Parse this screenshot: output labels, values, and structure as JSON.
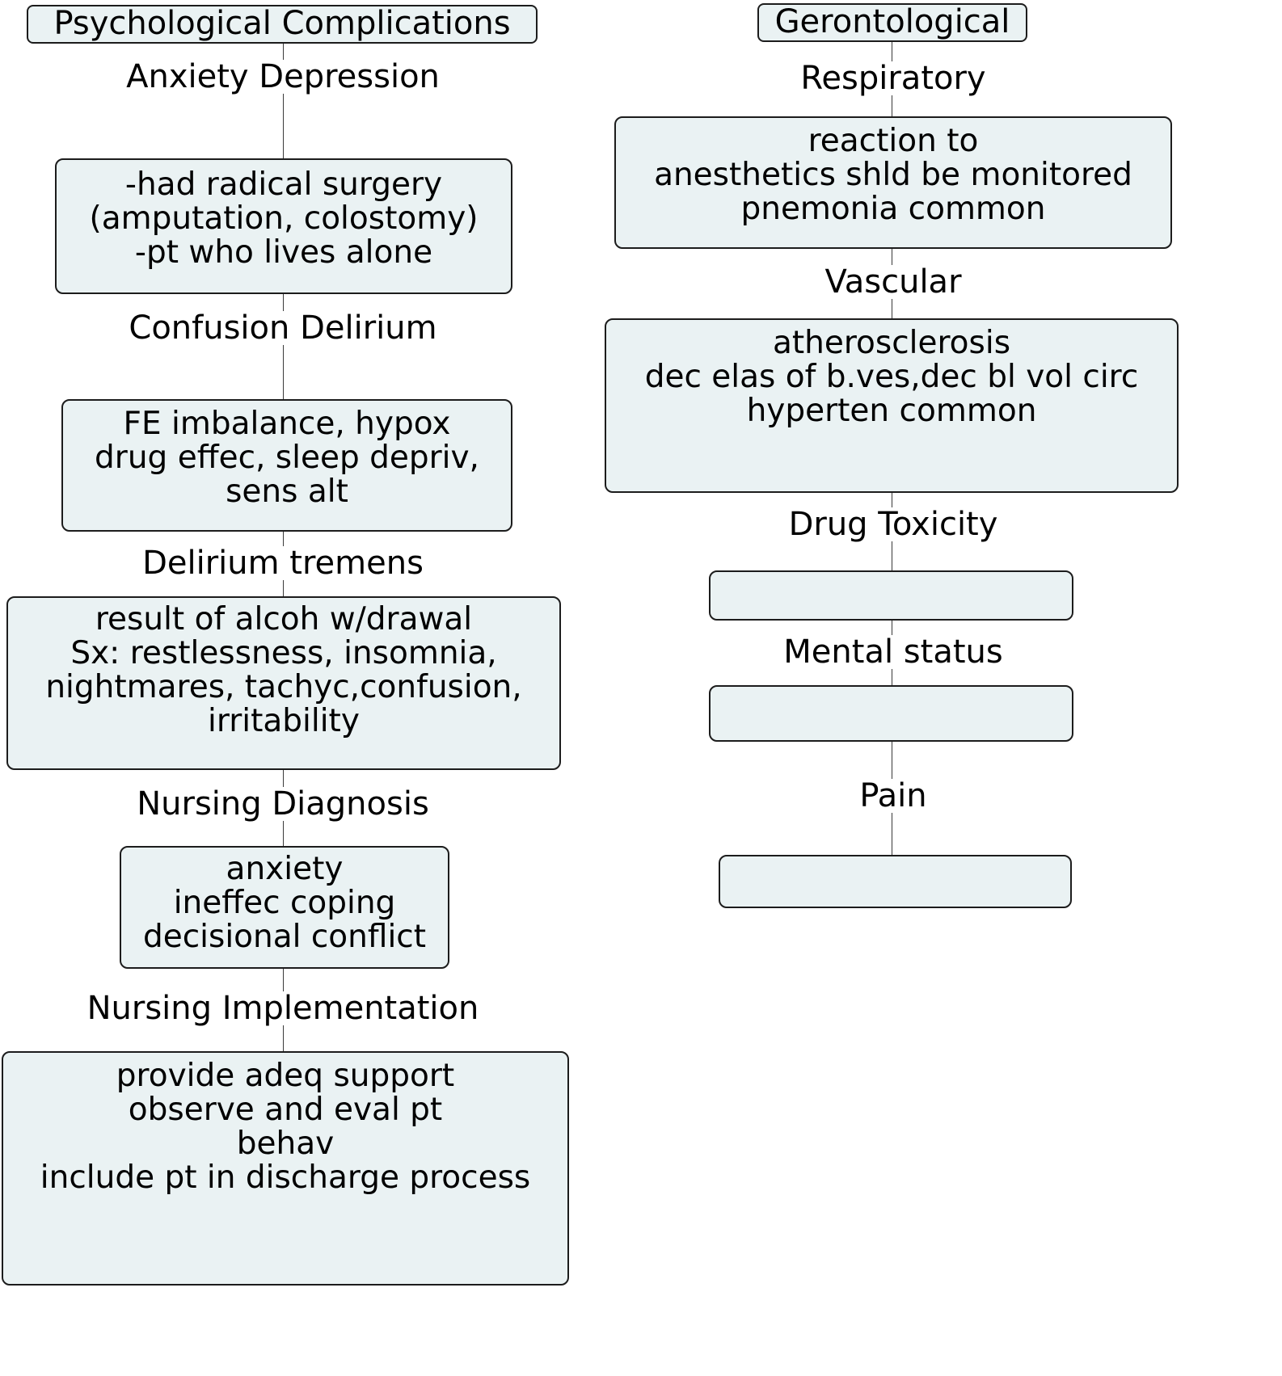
{
  "diagram": {
    "type": "concept-map",
    "background": "#ffffff",
    "node_fill": "#eaf2f3",
    "node_stroke": "#1c1c1c",
    "connector_color": "#3a3a3a",
    "text_color": "#000000",
    "columns": [
      {
        "id": "psychological",
        "root": "Psychological Complications",
        "chain": [
          {
            "edge_label": [
              "Anxiety",
              "Depression"
            ],
            "node_lines": [
              "-had radical surgery",
              "(amputation, colostomy)",
              "-pt who lives alone"
            ]
          },
          {
            "edge_label": [
              "Confusion",
              "Delirium"
            ],
            "node_lines": [
              "FE imbalance, hypox",
              "drug effec, sleep depriv,",
              "sens alt"
            ]
          },
          {
            "edge_label": [
              "Delirium tremens"
            ],
            "node_lines": [
              "result of alcoh w/drawal",
              "Sx: restlessness, insomnia,",
              "nightmares, tachyc,confusion,",
              "irritability"
            ]
          },
          {
            "edge_label": [
              "Nursing Diagnosis"
            ],
            "node_lines": [
              "anxiety",
              "ineffec coping",
              "decisional conflict"
            ]
          },
          {
            "edge_label": [
              "Nursing Implementation"
            ],
            "node_lines": [
              "provide adeq support",
              "observe and eval pt",
              "behav",
              "include pt in discharge process"
            ]
          }
        ]
      },
      {
        "id": "gerontological",
        "root": "Gerontological",
        "chain": [
          {
            "edge_label": [
              "Respiratory"
            ],
            "node_lines": [
              "reaction to",
              "anesthetics shld be monitored",
              "pnemonia common"
            ]
          },
          {
            "edge_label": [
              "Vascular"
            ],
            "node_lines": [
              "atherosclerosis",
              "dec elas of b.ves,dec bl vol circ",
              "hyperten common"
            ]
          },
          {
            "edge_label": [
              "Drug Toxicity"
            ],
            "node_lines": []
          },
          {
            "edge_label": [
              "Mental status"
            ],
            "node_lines": []
          },
          {
            "edge_label": [
              "Pain"
            ],
            "node_lines": []
          }
        ]
      }
    ]
  }
}
